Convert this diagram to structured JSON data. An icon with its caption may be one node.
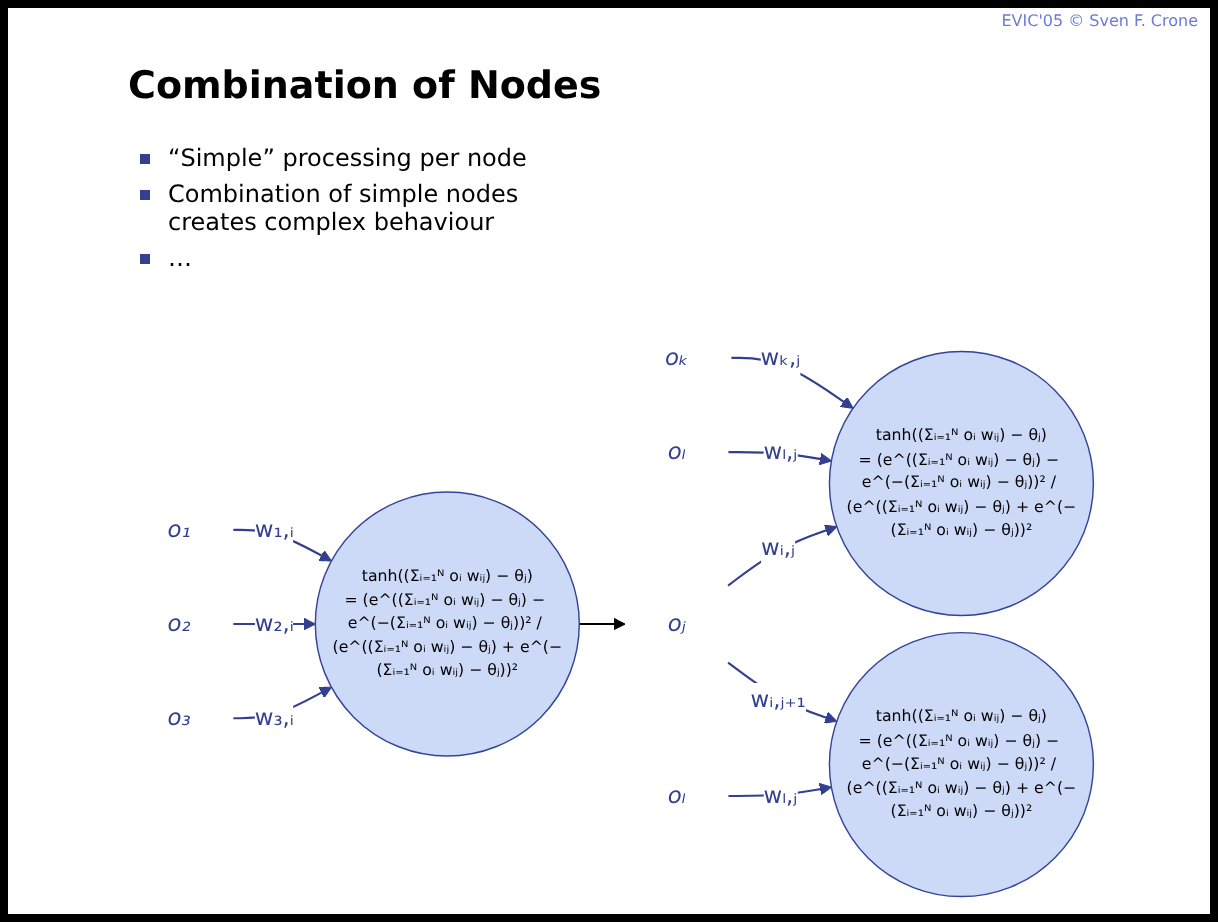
{
  "diagram": {
    "title": "Combination of Nodes",
    "nodes": [
      {
        "text": [
          "o₁"
        ]
      },
      {
        "text": [
          "o₂"
        ]
      },
      {
        "text": [
          "o₃"
        ]
      },
      {
        "text": [
          "tanh((Σᵢ₌₁ᴺ oᵢ wᵢⱼ) − θⱼ)",
          "= (e^((Σᵢ₌₁ᴺ oᵢ wᵢⱼ) − θⱼ) − e^(−(Σᵢ₌₁ᴺ oᵢ wᵢⱼ) − θⱼ))² / (e^((Σᵢ₌₁ᴺ oᵢ wᵢⱼ) − θⱼ) + e^(−(Σᵢ₌₁ᴺ oᵢ wᵢⱼ) − θⱼ))²"
        ]
      },
      {
        "text": [
          "oⱼ"
        ]
      },
      {
        "text": [
          "oₖ"
        ]
      },
      {
        "text": [
          "oₗ"
        ]
      },
      {
        "text": [
          "tanh((Σᵢ₌₁ᴺ oᵢ wᵢⱼ) − θⱼ)",
          "= (e^((Σᵢ₌₁ᴺ oᵢ wᵢⱼ) − θⱼ) − e^(−(Σᵢ₌₁ᴺ oᵢ wᵢⱼ) − θⱼ))² / (e^((Σᵢ₌₁ᴺ oᵢ wᵢⱼ) − θⱼ) + e^(−(Σᵢ₌₁ᴺ oᵢ wᵢⱼ) − θⱼ))²"
        ]
      },
      {
        "text": [
          "oₗ"
        ]
      },
      {
        "text": [
          "tanh((Σᵢ₌₁ᴺ oᵢ wᵢⱼ) − θⱼ)",
          "= (e^((Σᵢ₌₁ᴺ oᵢ wᵢⱼ) − θⱼ) − e^(−(Σᵢ₌₁ᴺ oᵢ wᵢⱼ) − θⱼ))² / (e^((Σᵢ₌₁ᴺ oᵢ wᵢⱼ) − θⱼ) + e^(−(Σᵢ₌₁ᴺ oᵢ wᵢⱼ) − θⱼ))²"
        ]
      }
    ],
    "edges": [
      {
        "from": 0,
        "to": 3,
        "arrow": "to",
        "label": "w₁,ᵢ"
      },
      {
        "from": 1,
        "to": 3,
        "arrow": "to",
        "label": "w₂,ᵢ"
      },
      {
        "from": 2,
        "to": 3,
        "arrow": "to",
        "label": "w₃,ᵢ"
      },
      {
        "from": 3,
        "to": 4,
        "arrow": "to",
        "color": "#000000"
      },
      {
        "from": 5,
        "to": 7,
        "arrow": "to",
        "label": "wₖ,ⱼ"
      },
      {
        "from": 6,
        "to": 7,
        "arrow": "to",
        "label": "wₗ,ⱼ"
      },
      {
        "from": 4,
        "to": 7,
        "arrow": "to",
        "label": "wᵢ,ⱼ"
      },
      {
        "from": 4,
        "to": 9,
        "arrow": "to",
        "label": "wᵢ,ⱼ₊₁"
      },
      {
        "from": 8,
        "to": 9,
        "arrow": "to",
        "label": "wₗ,ⱼ"
      }
    ],
    "labels": [
      "EVIC'05 © Sven F. Crone",
      "“Simple” processing per node",
      "Combination of simple nodes creates complex behaviour",
      "…"
    ]
  }
}
